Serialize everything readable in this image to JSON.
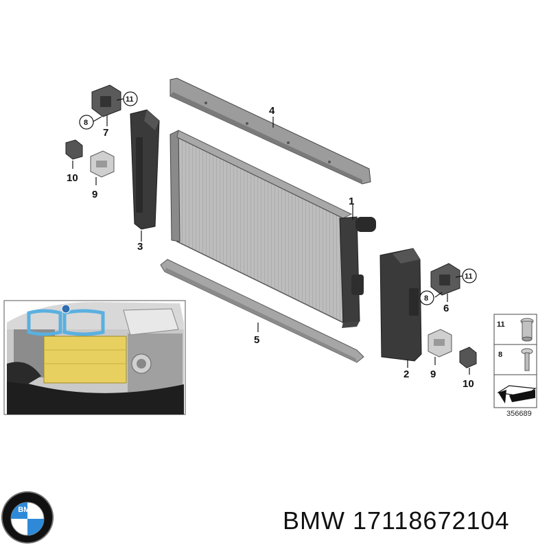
{
  "callouts": {
    "c1": "1",
    "c2": "2",
    "c3": "3",
    "c4": "4",
    "c5": "5",
    "c6": "6",
    "c7": "7",
    "c8a": "8",
    "c8b": "8",
    "c9a": "9",
    "c9b": "9",
    "c10a": "10",
    "c10b": "10",
    "c11a": "11",
    "c11b": "11"
  },
  "legend": {
    "row1": "11",
    "row2": "8"
  },
  "diagram_id": "356689",
  "footer": {
    "brand": "BMW",
    "part_number": "17118672104"
  },
  "logo": {
    "text": "BMW"
  },
  "colors": {
    "radiator": "#b8b8b8",
    "panel": "#9a9a9a",
    "dark_part": "#3a3a3a",
    "inset_yellow": "#e8d060",
    "inset_blue": "#5ab0e0",
    "logo_blue": "#2e8ad8"
  }
}
